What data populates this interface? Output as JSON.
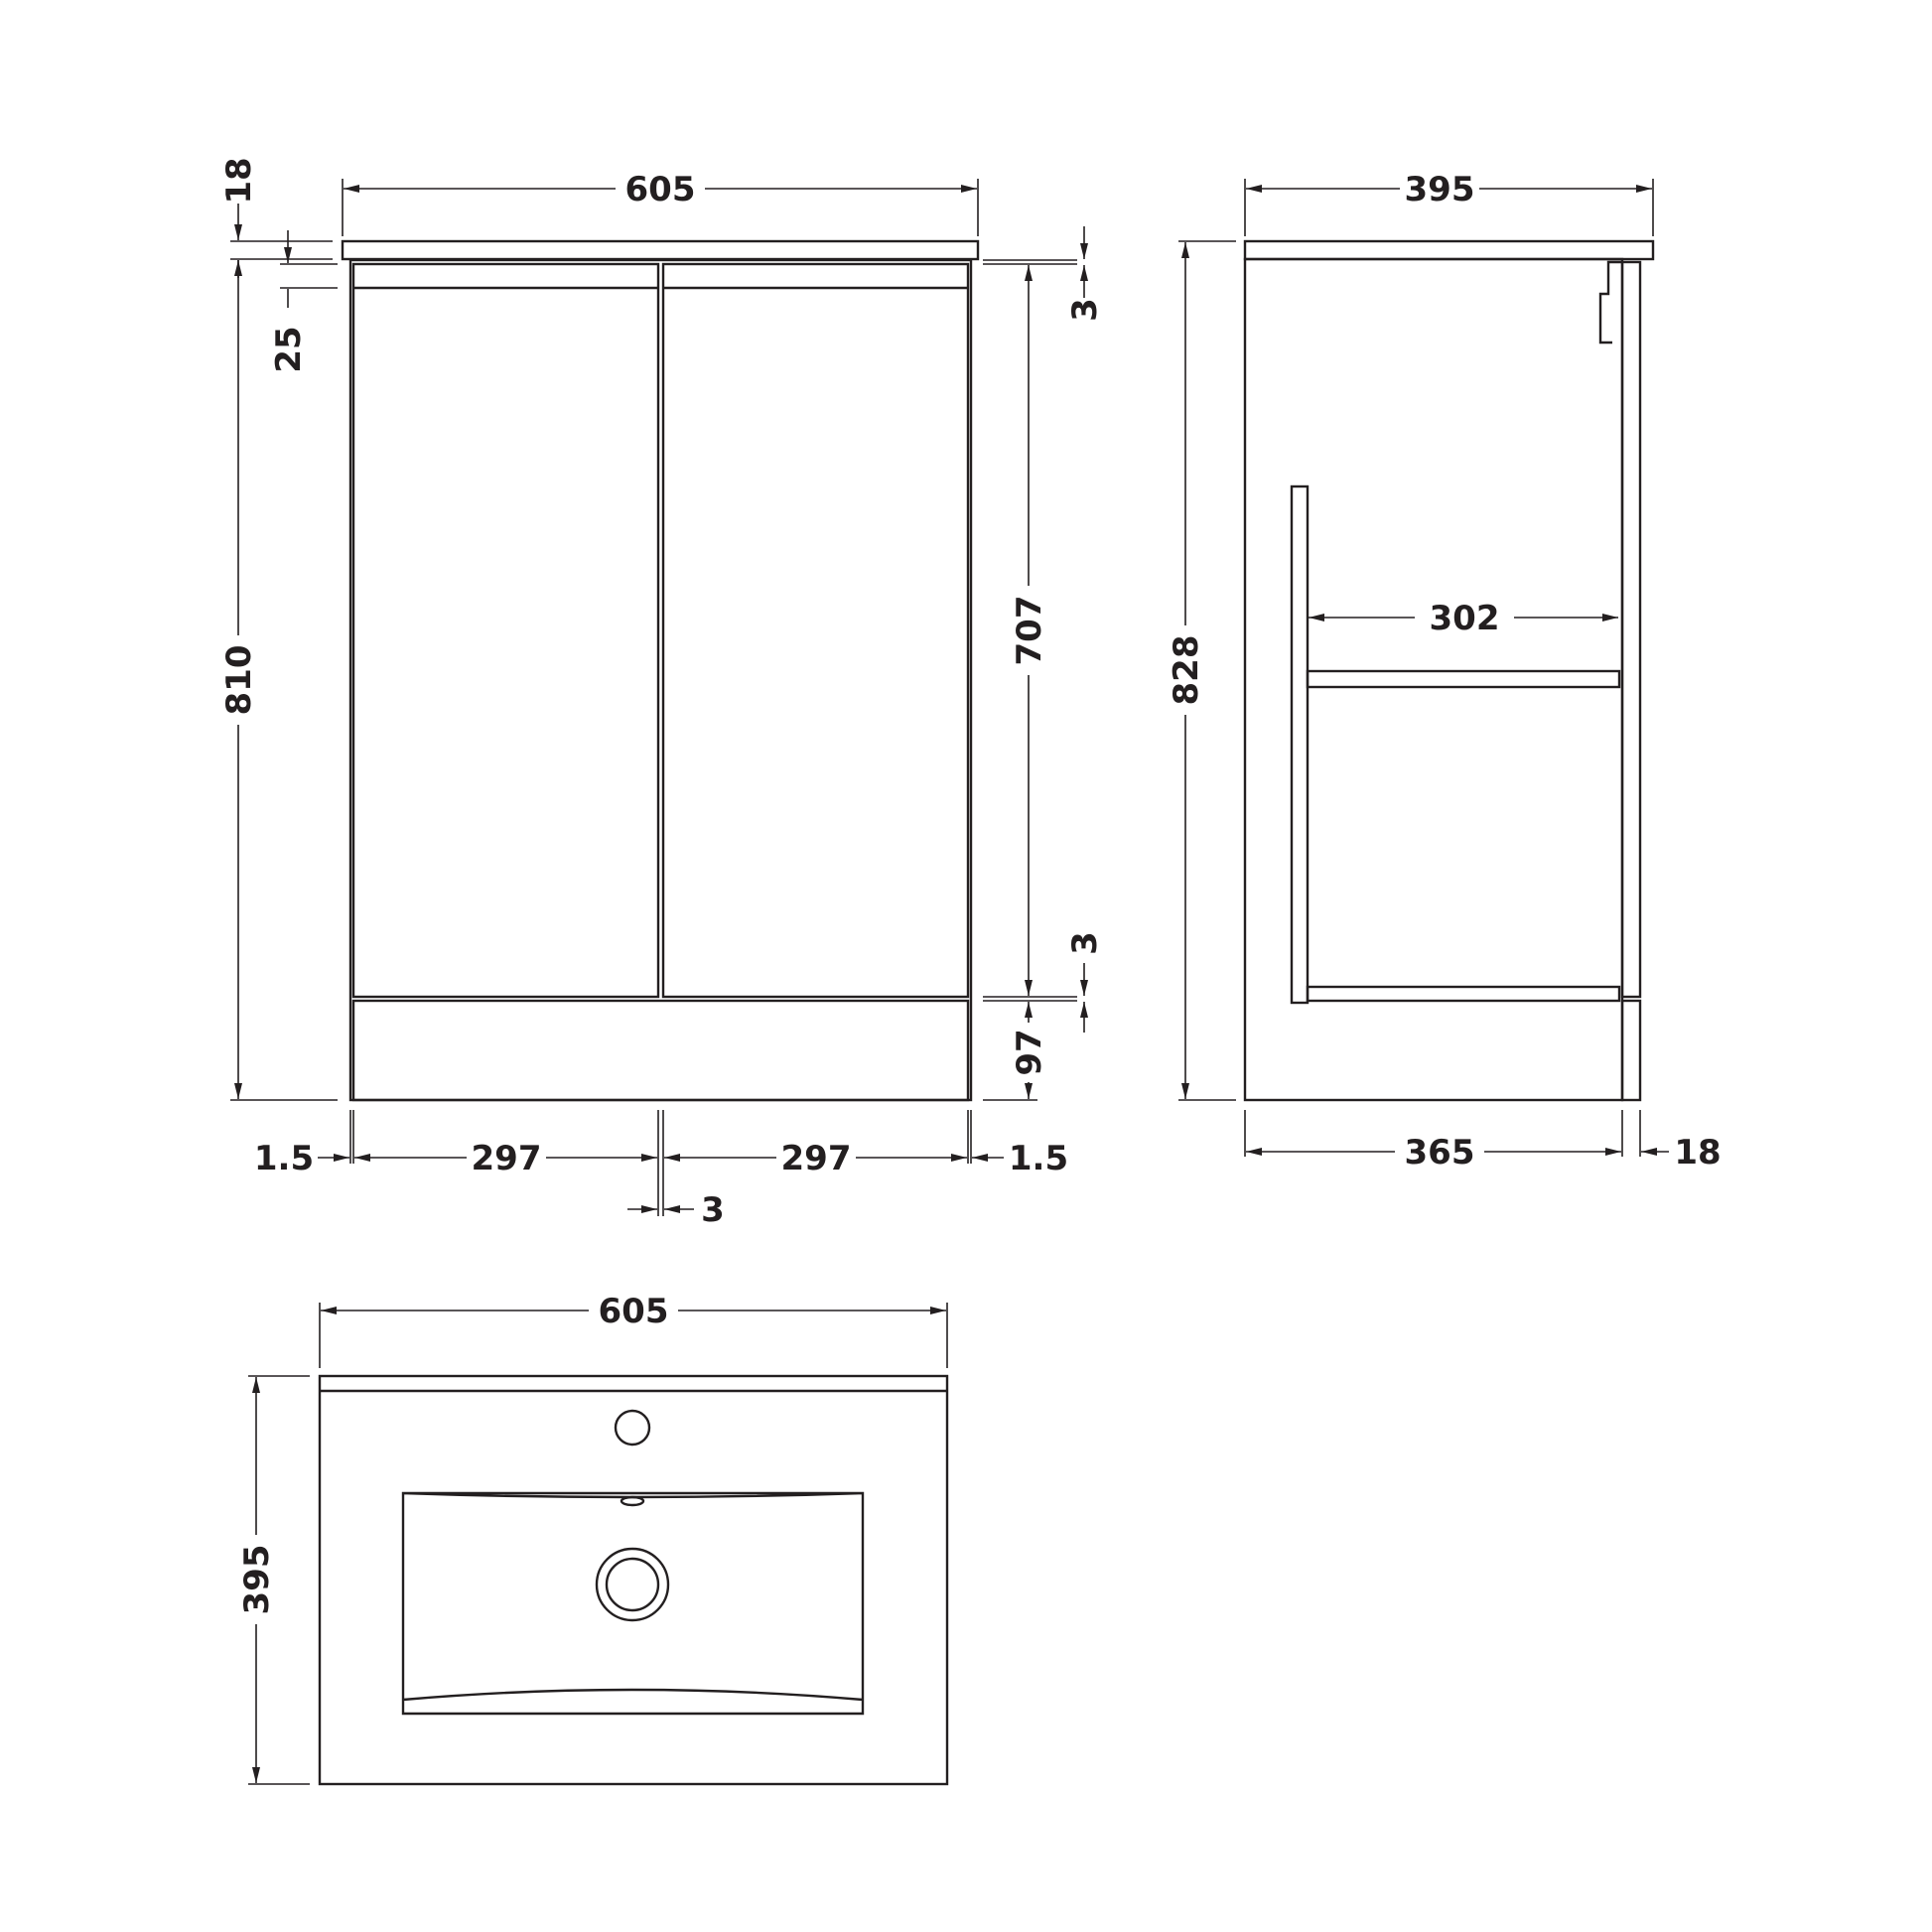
{
  "front_view": {
    "overall_width": "605",
    "worktop_thickness": "18",
    "top_gap": "25",
    "overall_height": "810",
    "door_height": "707",
    "upper_door_gap": "3",
    "lower_door_gap": "3",
    "plinth_height": "97",
    "left_reveal": "1.5",
    "left_door_width": "297",
    "right_door_width": "297",
    "right_reveal": "1.5",
    "centre_gap": "3"
  },
  "side_view": {
    "overall_depth": "395",
    "overall_height": "828",
    "internal_shelf_depth": "302",
    "carcass_depth": "365",
    "door_thickness": "18"
  },
  "plan_view": {
    "basin_width": "605",
    "basin_depth": "395"
  },
  "colors": {
    "line": "#231f20",
    "background": "#ffffff"
  }
}
